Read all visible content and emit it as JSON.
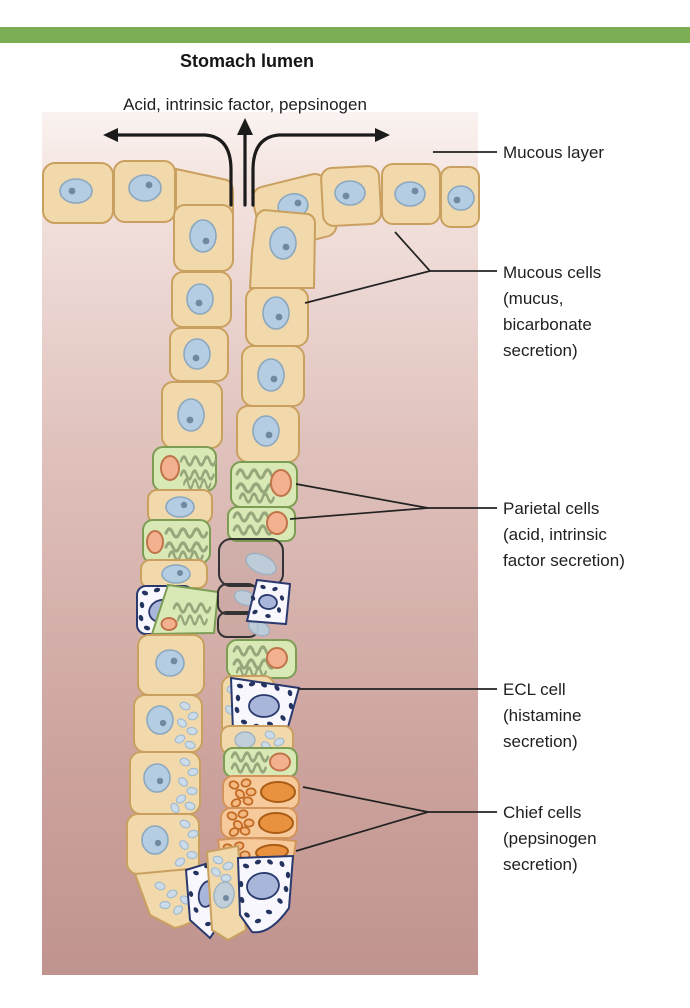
{
  "figure": {
    "title": "Stomach lumen",
    "secretions_label": "Acid, intrinsic factor, pepsinogen"
  },
  "annotations": {
    "mucous_layer": [
      "Mucous layer"
    ],
    "mucous_cells": [
      "Mucous cells",
      "(mucus,",
      "bicarbonate",
      "secretion)"
    ],
    "parietal_cells": [
      "Parietal cells",
      "(acid, intrinsic",
      "factor secretion)"
    ],
    "ecl_cell": [
      "ECL cell",
      "(histamine",
      "secretion)"
    ],
    "chief_cells": [
      "Chief cells",
      "(pepsinogen",
      "secretion)"
    ]
  },
  "colors": {
    "top_bar_green": "#7bad55",
    "background_top": "#faf3f1",
    "background_bottom": "#c0938e",
    "mucous_cell_fill": "#f2d9ab",
    "mucous_cell_outline": "#c9a05f",
    "cell_nucleus_blue": "#b5cde2",
    "parietal_cell_fill": "#d9e9b6",
    "parietal_nucleus_orange": "#f4b190",
    "chief_cell_fill": "#f7ca9c",
    "chief_nucleus_orange": "#e8923f",
    "ecl_cell_fill": "#f7f7fd",
    "ecl_granule_navy": "#24335f",
    "label_text": "#1f1f1f"
  }
}
